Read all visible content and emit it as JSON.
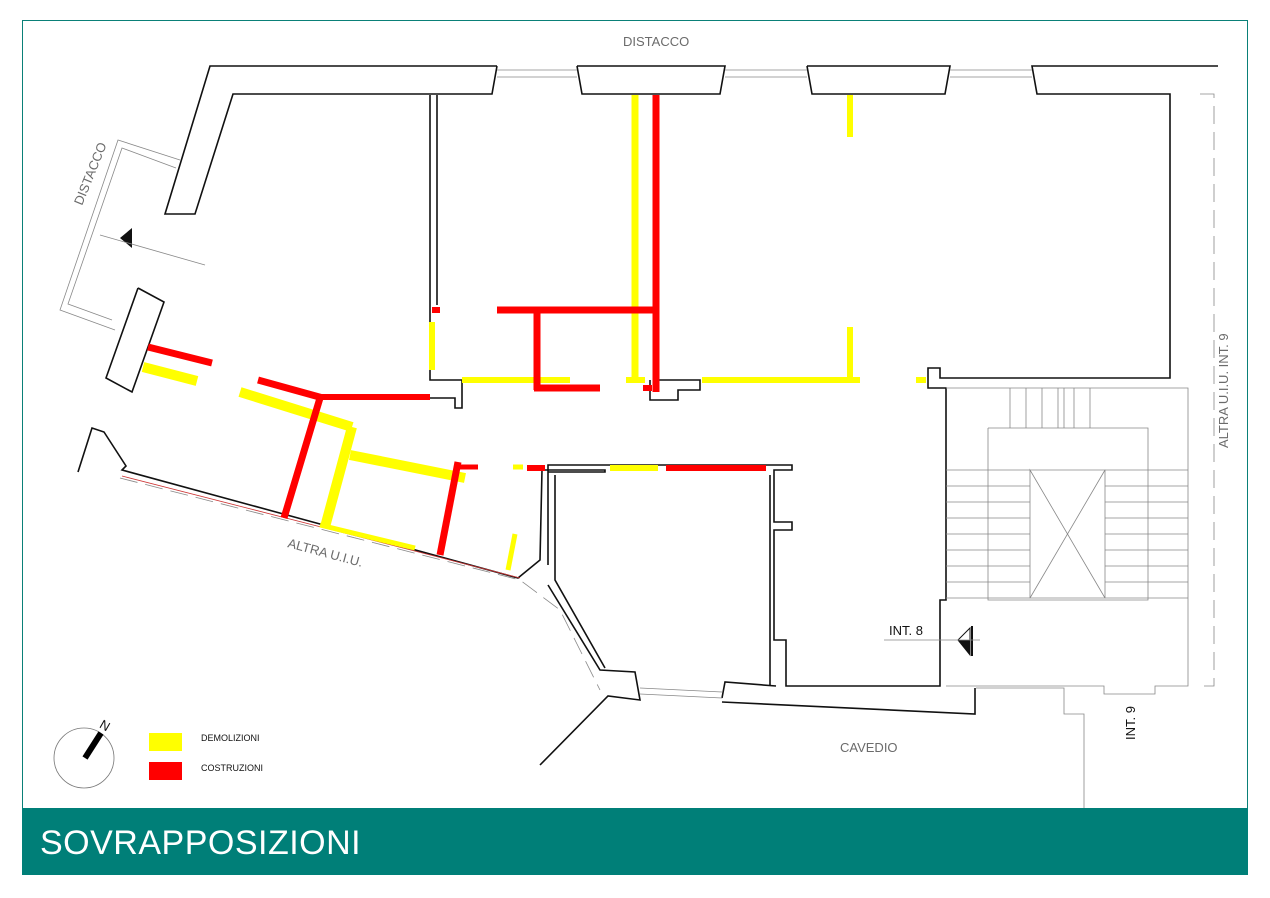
{
  "title": "SOVRAPPOSIZIONI",
  "labels": {
    "distacco_top": "DISTACCO",
    "distacco_left": "DISTACCO",
    "altra_uiu": "ALTRA U.I.U.",
    "altra_uiu_int9": "ALTRA U.I.U. INT. 9",
    "int8": "INT. 8",
    "int9": "INT. 9",
    "cavedio": "CAVEDIO"
  },
  "legend": {
    "north": "N",
    "items": [
      {
        "label": "DEMOLIZIONI",
        "color": "#ffff00"
      },
      {
        "label": "COSTRUZIONI",
        "color": "#ff0000"
      }
    ]
  },
  "colors": {
    "accent": "#007f78",
    "demolition": "#ffff00",
    "construction": "#ff0000"
  }
}
